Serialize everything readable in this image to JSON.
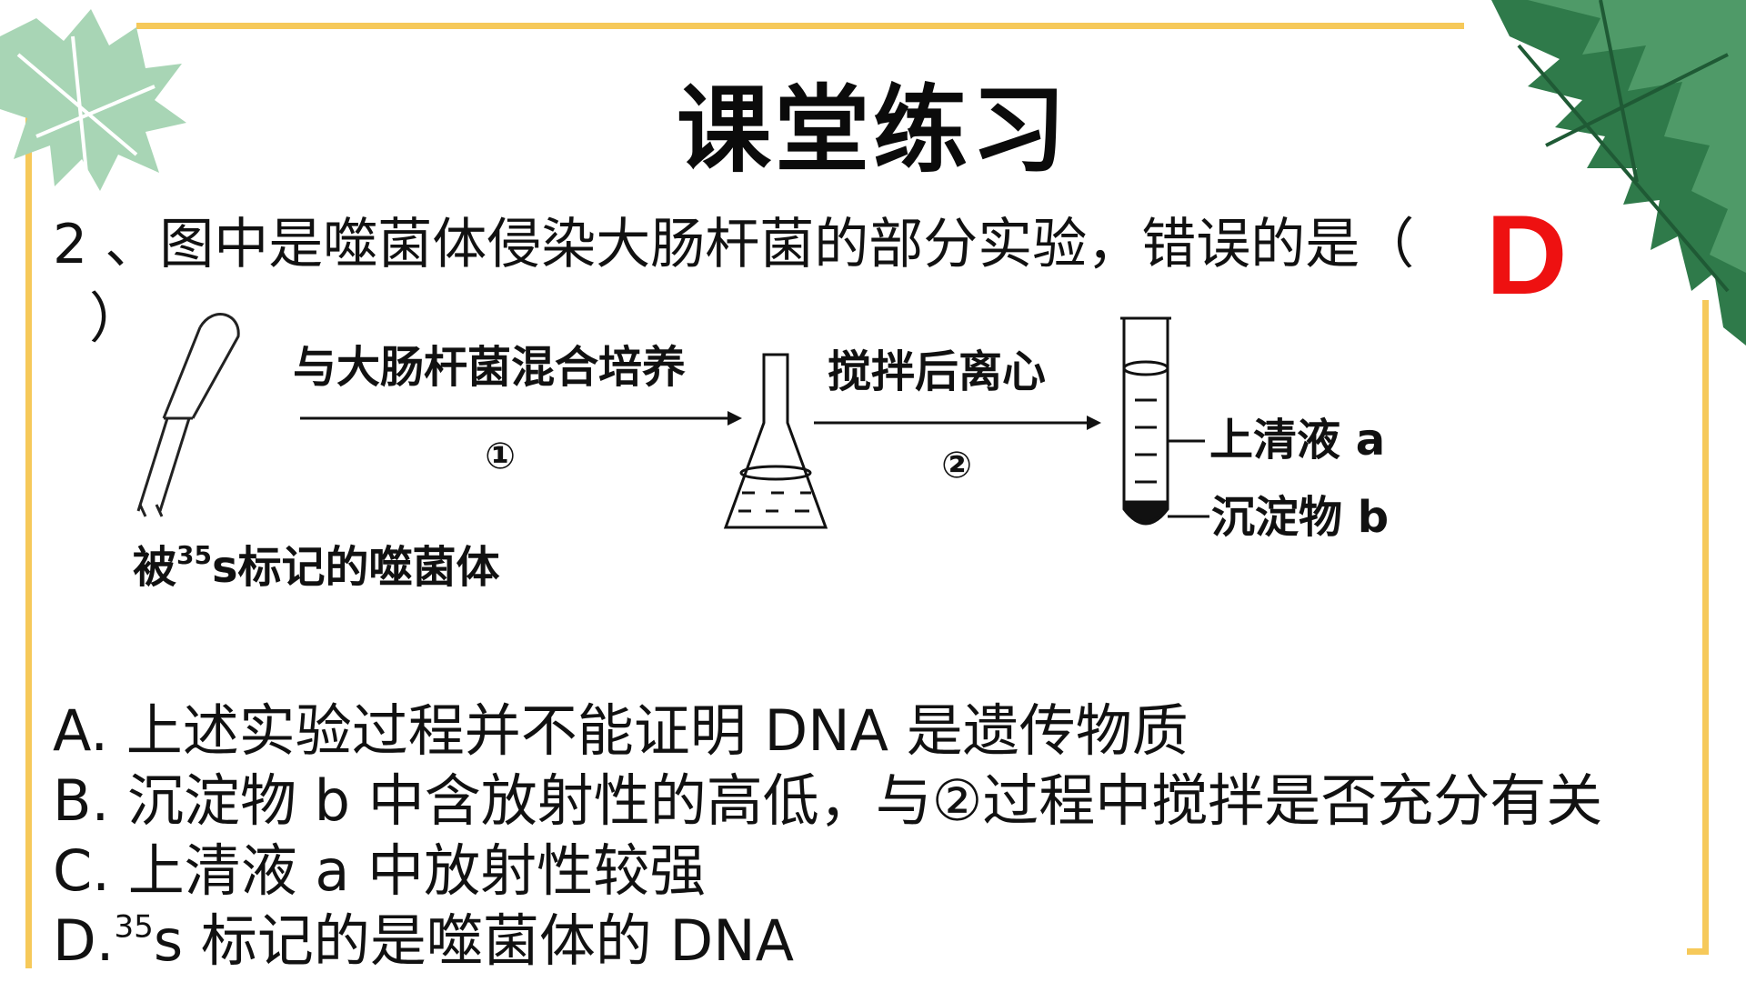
{
  "slide": {
    "title": "课堂练习",
    "question": {
      "text": "2 、图中是噬菌体侵染大肠杆菌的部分实验，错误的是（",
      "close": "）",
      "answer": "D"
    },
    "diagram": {
      "step1_label": "与大肠杆菌混合培养",
      "step1_num": "①",
      "step2_label": "搅拌后离心",
      "step2_num": "②",
      "supernatant_label": "上清液 a",
      "precipitate_label": "沉淀物 b",
      "phage_label_pre": "被",
      "phage_label_sup": "35",
      "phage_label_post": "s标记的噬菌体"
    },
    "options": [
      {
        "text": "A. 上述实验过程并不能证明 DNA 是遗传物质"
      },
      {
        "text": "B. 沉淀物 b 中含放射性的高低，与②过程中搅拌是否充分有关"
      },
      {
        "text": "C. 上清液 a 中放射性较强"
      },
      {
        "pre": "D.",
        "sup": "35",
        "post": "s 标记的是噬菌体的 DNA"
      }
    ],
    "colors": {
      "frame": "#f6c95a",
      "answer": "#ee1111",
      "leaf_dark": "#2f7a4a",
      "leaf_light": "#a8d5b5"
    }
  }
}
